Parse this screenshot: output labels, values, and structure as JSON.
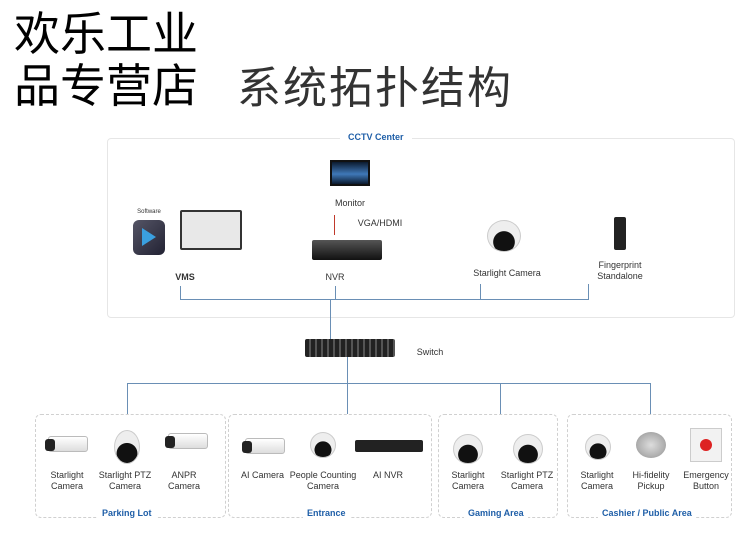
{
  "title": "系统拓扑结构",
  "cctv_center": {
    "label": "CCTV Center",
    "monitor": "Monitor",
    "connection": "VGA/HDMI",
    "vms": "VMS",
    "software_tag": "Software",
    "nvr": "NVR",
    "starlight_camera": "Starlight Camera",
    "fingerprint": "Fingerprint Standalone"
  },
  "switch": "Switch",
  "zones": [
    {
      "name": "Parking Lot",
      "devices": [
        "Starlight Camera",
        "Starlight PTZ Camera",
        "ANPR Camera"
      ]
    },
    {
      "name": "Entrance",
      "devices": [
        "AI Camera",
        "People Counting Camera",
        "AI NVR"
      ]
    },
    {
      "name": "Gaming Area",
      "devices": [
        "Starlight Camera",
        "Starlight PTZ Camera"
      ]
    },
    {
      "name": "Cashier / Public Area",
      "devices": [
        "Starlight Camera",
        "Hi-fidelity Pickup",
        "Emergency Button"
      ]
    }
  ],
  "watermark": "欢乐工业品专营店",
  "colors": {
    "accent": "#1f5fa8",
    "line": "#6a8fb5",
    "hdmi": "#c0392b"
  }
}
